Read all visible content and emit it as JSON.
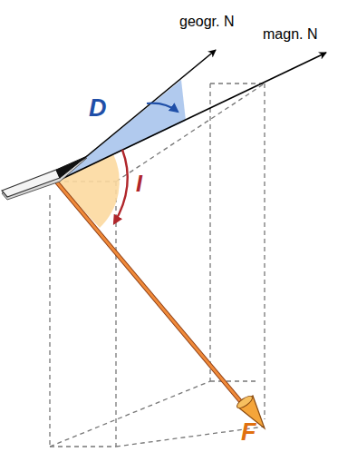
{
  "diagram": {
    "labels": [
      "geogr. N",
      "magn. N",
      "D",
      "I",
      "F"
    ]
  }
}
